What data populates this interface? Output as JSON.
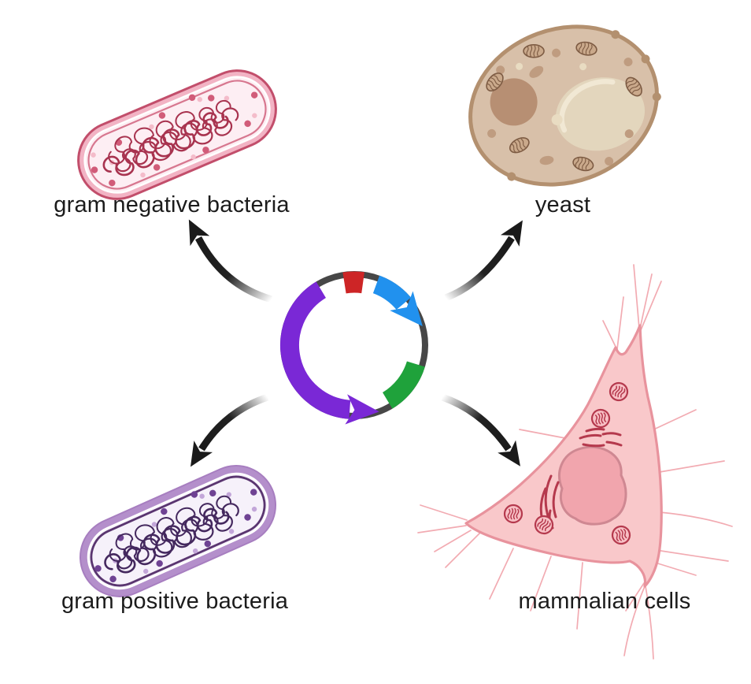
{
  "labels": {
    "gram_negative": "gram negative bacteria",
    "yeast": "yeast",
    "gram_positive": "gram positive bacteria",
    "mammalian": "mammalian cells"
  },
  "illustrations": {
    "center": "plasmid-icon",
    "top_left": "gram-negative-bacterium-icon",
    "top_right": "yeast-cell-icon",
    "bottom_left": "gram-positive-bacterium-icon",
    "bottom_right": "mammalian-cell-icon",
    "connectors": "curved-arrow-icon"
  },
  "colors": {
    "background": "#ffffff",
    "label_text": "#1b1b1b",
    "arrow_black": "#1a1a1a",
    "plasmid_backbone": "#474747",
    "plasmid_red": "#cd2526",
    "plasmid_blue": "#2191ee",
    "plasmid_green": "#1fa23b",
    "plasmid_purple": "#7a28d6",
    "gram_negative_outline": "#c24e6b",
    "gram_negative_membrane": "#f2b3c4",
    "gram_negative_inner_line": "#d7778f",
    "gram_negative_cytoplasm": "#fdeef3",
    "gram_negative_dna": "#a8334f",
    "gram_negative_dot_dark": "#d15c79",
    "gram_negative_dot_light": "#f4bcca",
    "gram_positive_wall": "#b48fcb",
    "gram_positive_wall_edge": "#a77ec0",
    "gram_positive_membrane_line": "#5a3570",
    "gram_positive_cytoplasm": "#f6f1fa",
    "gram_positive_dna": "#44285e",
    "gram_positive_dot_dark": "#6f4293",
    "gram_positive_dot_light": "#c3a6d9",
    "yeast_outline": "#b3906f",
    "yeast_cytoplasm": "#d8c0a9",
    "yeast_nucleus": "#b78f73",
    "yeast_vacuole": "#e3d6bd",
    "yeast_vacuole_highlight": "#f1e8d4",
    "yeast_organelle": "#bf9c80",
    "yeast_mito_fill": "#caa98b",
    "yeast_mito_line": "#7d5b43",
    "yeast_spot": "#e9dcc2",
    "mammalian_outline": "#e8939d",
    "mammalian_fill": "#f9c8ca",
    "mammalian_nucleus_fill": "#f1a5ad",
    "mammalian_nucleus_outline": "#cf8892",
    "mammalian_organelle": "#b5394d",
    "mammalian_mito_fill": "#f8c0c5",
    "mammalian_filopodia": "#f2abb2"
  }
}
